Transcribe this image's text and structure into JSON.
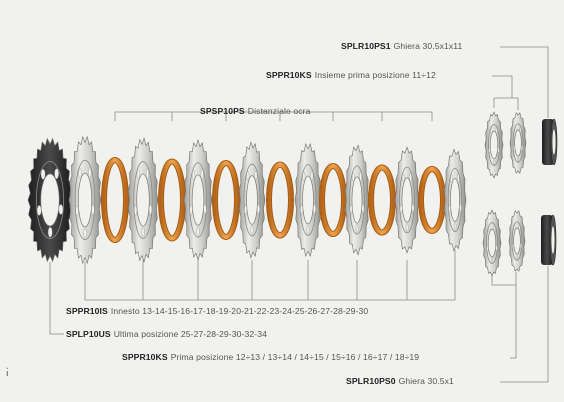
{
  "labels": {
    "splr10ps1": {
      "code": "SPLR10PS1",
      "text": "Ghiera 30.5x1x11"
    },
    "sppr10ks_top": {
      "code": "SPPR10KS",
      "text": "Insieme prima posizione 11÷12"
    },
    "spsp10ps": {
      "code": "SPSP10PS",
      "text": "Distanziale ocra"
    },
    "sppr10is": {
      "code": "SPPR10IS",
      "text": "Innesto 13-14-15-16-17-18-19-20-21-22-23-24-25-26-27-28-29-30"
    },
    "splp10us": {
      "code": "SPLP10US",
      "text": "Ultima posizione 25-27-28-29-30-32-34"
    },
    "sppr10ks_bottom": {
      "code": "SPPR10KS",
      "text": "Prima posizione 12÷13 / 13÷14 / 14÷15 / 15÷16 / 16÷17 / 18÷19"
    },
    "splr10ps0": {
      "code": "SPLR10PS0",
      "text": "Ghiera 30.5x1"
    }
  },
  "edge_mark": "ı̀",
  "colors": {
    "background": "#f1f1ef",
    "spacer": "#d98a2e",
    "spacer_dark": "#a45d12",
    "cog_light": "#d8d8d6",
    "cog_dark": "#2e2e2e",
    "leader": "#8a8a8a"
  }
}
